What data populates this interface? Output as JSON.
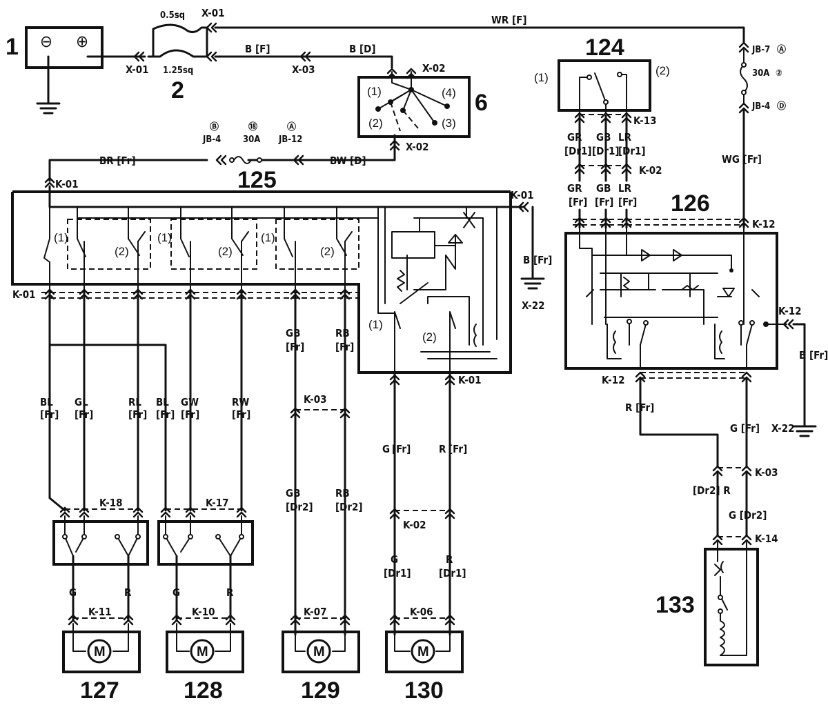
{
  "components": {
    "battery": {
      "number": "1",
      "minus": "⊖",
      "plus": "⊕"
    },
    "fusible_link": {
      "number": "2",
      "thin_size": "0.5sq",
      "thick_size": "1.25sq"
    },
    "ignition_switch": {
      "number": "6",
      "pins": [
        "(1)",
        "(4)",
        "(2)",
        "(3)"
      ]
    },
    "door_lock_switch": {
      "number": "124",
      "pins": [
        "(1)",
        "(2)"
      ]
    },
    "power_window_master_switch": {
      "number": "125",
      "pins": [
        "(1)",
        "(2)",
        "(1)",
        "(2)",
        "(1)",
        "(2)",
        "(1)",
        "(2)"
      ]
    },
    "door_lock_relay": {
      "number": "126"
    },
    "motors": [
      {
        "number": "127",
        "symbol": "M",
        "connector": "K-11"
      },
      {
        "number": "128",
        "symbol": "M",
        "connector": "K-10"
      },
      {
        "number": "129",
        "symbol": "M",
        "connector": "K-07"
      },
      {
        "number": "130",
        "symbol": "M",
        "connector": "K-06"
      }
    ],
    "door_lock_actuator": {
      "number": "133"
    }
  },
  "fuses": {
    "main": {
      "from": "JB-4",
      "from_mark": "Ⓑ",
      "rating": "30A",
      "rating_mark": "⑱",
      "to": "JB-12",
      "to_mark": "Ⓐ"
    },
    "lock": {
      "from": "JB-7",
      "from_mark": "Ⓐ",
      "rating": "30A",
      "rating_mark": "②",
      "to": "JB-4",
      "to_mark": "Ⓓ"
    }
  },
  "connectors": {
    "x01_top": "X-01",
    "x01_bottom": "X-01",
    "x03": "X-03",
    "x02_top": "X-02",
    "x02_bottom": "X-02",
    "k01_top": "K-01",
    "k01_right": "K-01",
    "k01_bottom_left": "K-01",
    "k01_bottom_right": "K-01",
    "k13": "K-13",
    "k02_top": "K-02",
    "k12_top": "K-12",
    "k12_right": "K-12",
    "k12_bottom": "K-12",
    "k03_left": "K-03",
    "k03_right": "K-03",
    "k02_mid": "K-02",
    "k18": "K-18",
    "k17": "K-17",
    "k14": "K-14",
    "ground_left": "X-22",
    "ground_right": "X-22"
  },
  "wires": {
    "wr_f": "WR [F]",
    "b_f": "B [F]",
    "b_d": "B [D]",
    "br_fr": "BR [Fr]",
    "bw_d": "BW [D]",
    "wg_fr": "WG [Fr]",
    "b_fr_left": "B [Fr]",
    "b_fr_right": "B [Fr]",
    "lock_switch_top": [
      {
        "color": "GR",
        "harness": "[Dr1]"
      },
      {
        "color": "GB",
        "harness": "[Dr1]"
      },
      {
        "color": "LR",
        "harness": "[Dr1]"
      }
    ],
    "lock_switch_bottom": [
      {
        "color": "GR",
        "harness": "[Fr]"
      },
      {
        "color": "GB",
        "harness": "[Fr]"
      },
      {
        "color": "LR",
        "harness": "[Fr]"
      }
    ],
    "master_outputs": [
      {
        "color": "BL",
        "harness": "[Fr]"
      },
      {
        "color": "GL",
        "harness": "[Fr]"
      },
      {
        "color": "RL",
        "harness": "[Fr]"
      },
      {
        "color": "BL",
        "harness": "[Fr]"
      },
      {
        "color": "GW",
        "harness": "[Fr]"
      },
      {
        "color": "RW",
        "harness": "[Fr]"
      },
      {
        "color": "GB",
        "harness": "[Fr]"
      },
      {
        "color": "RB",
        "harness": "[Fr]"
      }
    ],
    "rear_lower": [
      {
        "color": "GB",
        "harness": "[Dr2]"
      },
      {
        "color": "RB",
        "harness": "[Dr2]"
      }
    ],
    "driver_top": [
      {
        "color": "G",
        "harness": "[Fr]"
      },
      {
        "color": "R",
        "harness": "[Fr]"
      }
    ],
    "driver_bottom": [
      {
        "color": "G",
        "harness": "[Dr1]"
      },
      {
        "color": "R",
        "harness": "[Dr1]"
      }
    ],
    "motor_leads": [
      "G",
      "R",
      "G",
      "R"
    ],
    "relay_r_fr": "R [Fr]",
    "relay_g_fr": "G [Fr]",
    "relay_r_dr2": "[Dr2] R",
    "relay_g_dr2": "G [Dr2]"
  }
}
